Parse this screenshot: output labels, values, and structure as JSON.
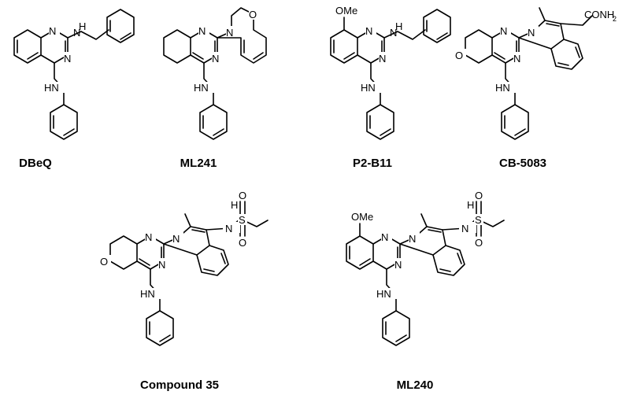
{
  "figure": {
    "compounds": [
      {
        "name": "DBeQ"
      },
      {
        "name": "ML241"
      },
      {
        "name": "P2-B11"
      },
      {
        "name": "CB-5083"
      },
      {
        "name": "Compound 35"
      },
      {
        "name": "ML240"
      }
    ],
    "atoms": {
      "N": "N",
      "NH": "NH",
      "HN": "HN",
      "H": "H",
      "O": "O",
      "OMe": "OMe",
      "S": "S",
      "CONH2_prefix": "CONH",
      "CONH2_sub": "2"
    }
  }
}
